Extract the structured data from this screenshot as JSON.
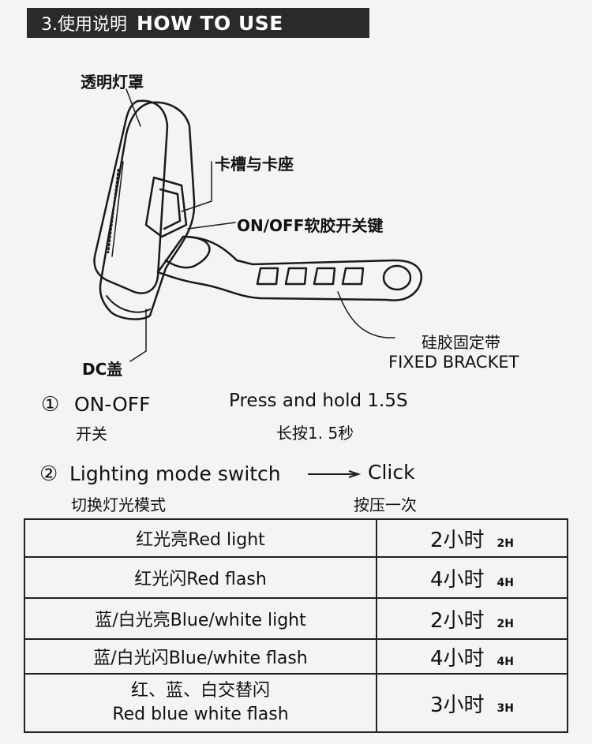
{
  "header": {
    "section_cn": "3.使用说明",
    "section_en": "HOW TO USE"
  },
  "diagram_labels": {
    "lens": "透明灯罩",
    "slot": "卡槽与卡座",
    "switch": "ON/OFF软胶开关键",
    "strap_cn": "硅胶固定带",
    "strap_en": "FIXED BRACKET",
    "dc_cover": "DC盖"
  },
  "steps": [
    {
      "number": "①",
      "action_en": "ON-OFF",
      "action_cn": "开关",
      "method_en": "Press and hold 1.5S",
      "method_cn": "长按1. 5秒"
    },
    {
      "number": "②",
      "action_en": "Lighting mode switch",
      "action_cn": "切换灯光模式",
      "method_en": "Click",
      "method_cn": "按压一次"
    }
  ],
  "modes": [
    {
      "mode_cn": "红光亮",
      "mode_en": "Red light",
      "duration_cn": "2小时",
      "duration_en": "2H"
    },
    {
      "mode_cn": "红光闪",
      "mode_en": "Red flash",
      "duration_cn": "4小时",
      "duration_en": "4H"
    },
    {
      "mode_cn": "蓝/白光亮",
      "mode_en": "Blue/white light",
      "duration_cn": "2小时",
      "duration_en": "2H"
    },
    {
      "mode_cn": "蓝/白光闪",
      "mode_en": "Blue/white flash",
      "duration_cn": "4小时",
      "duration_en": "4H"
    },
    {
      "mode_cn": "红、蓝、白交替闪",
      "mode_en": "Red blue white flash",
      "duration_cn": "3小时",
      "duration_en": "3H"
    }
  ]
}
